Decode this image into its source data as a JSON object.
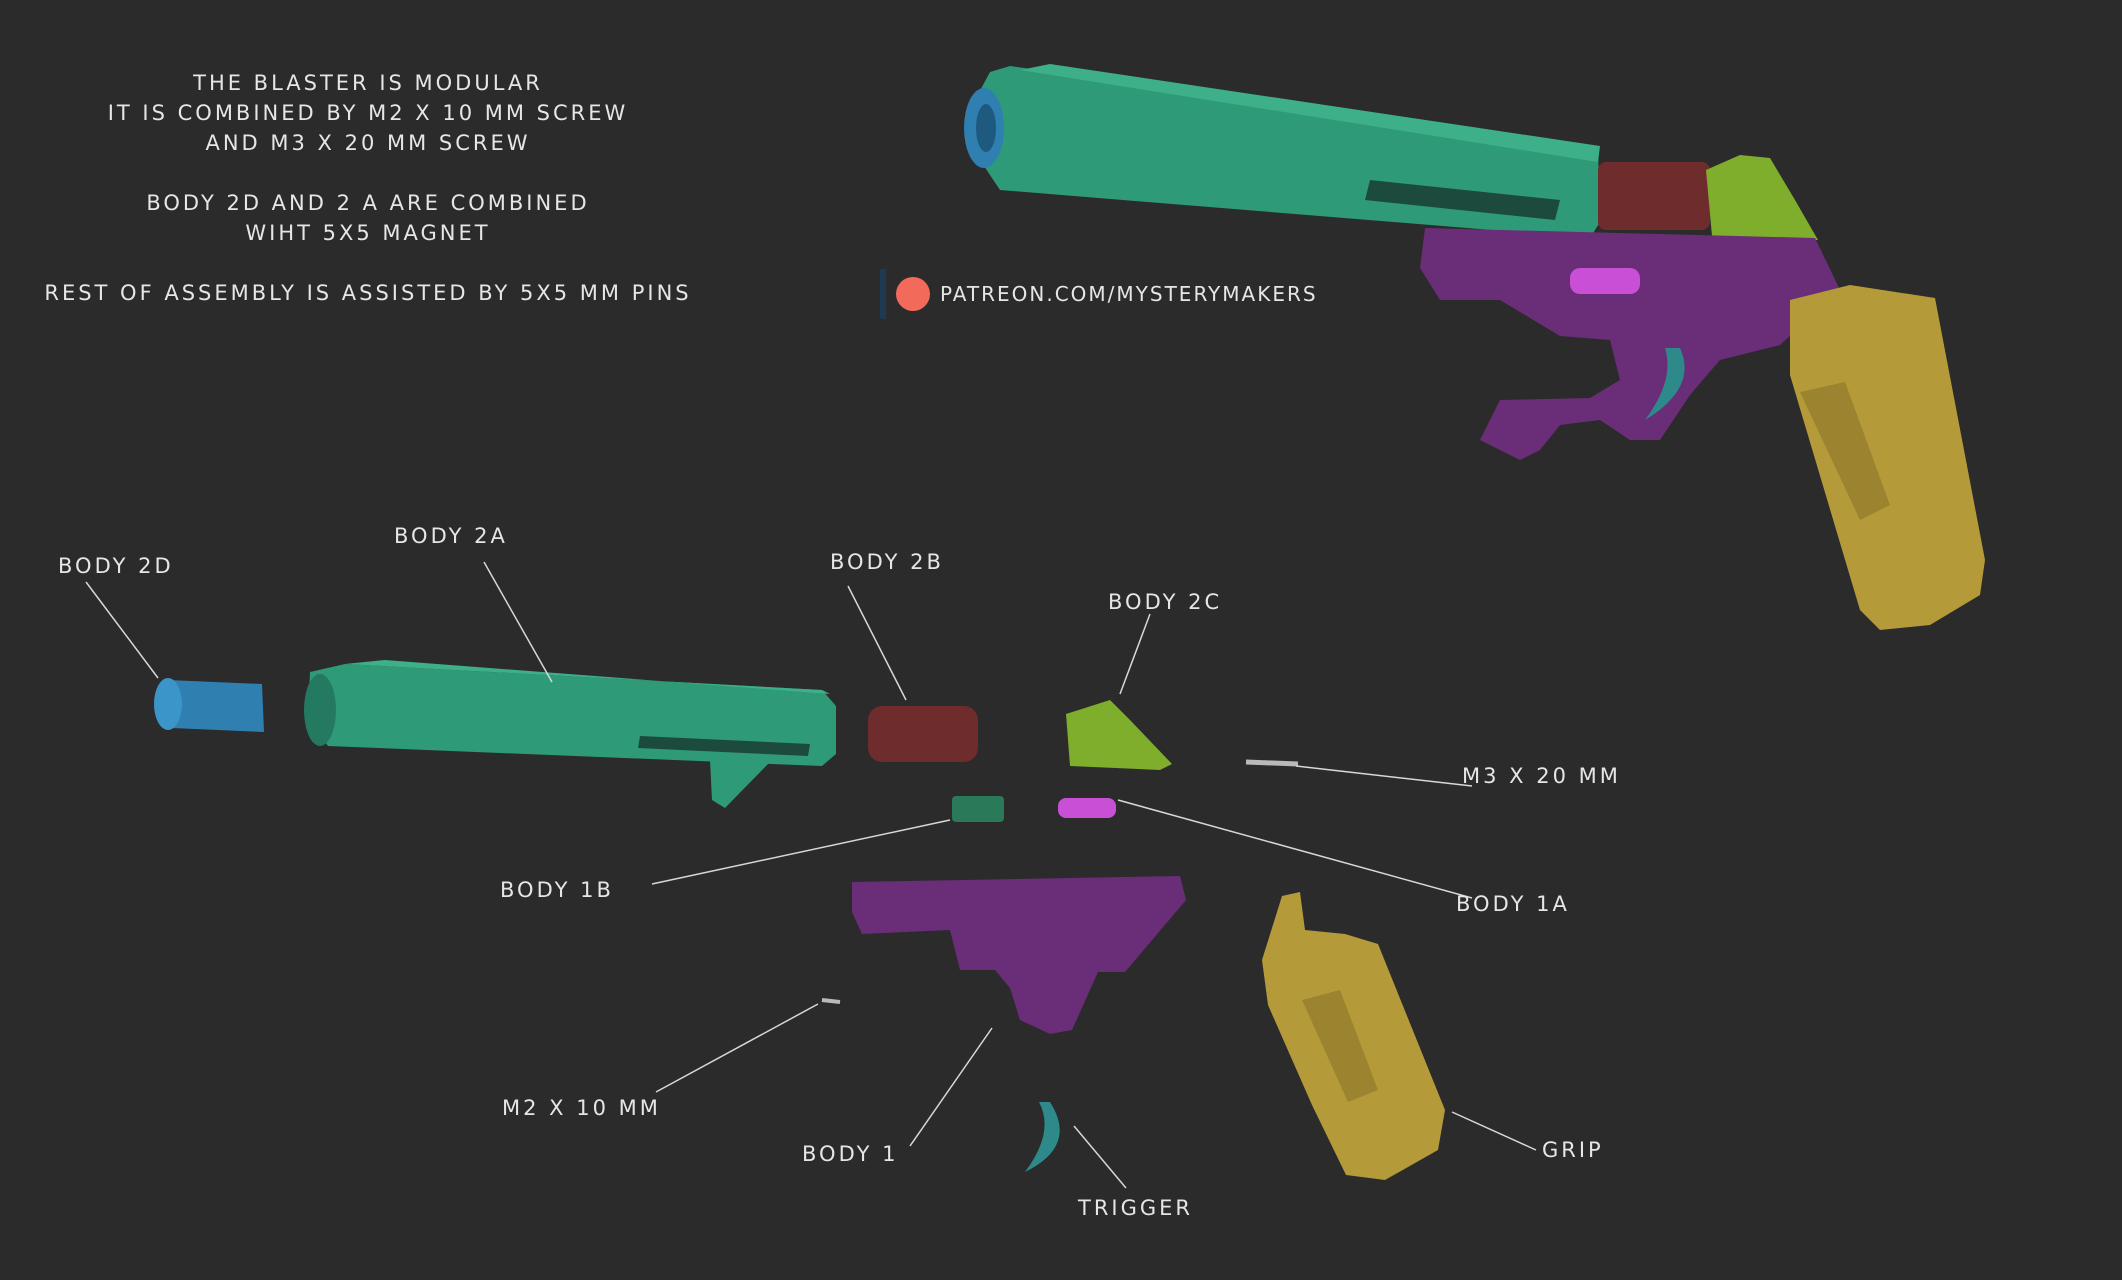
{
  "notes": {
    "line1": "THE BLASTER IS MODULAR",
    "line2": "IT IS COMBINED BY M2 X 10 MM SCREW",
    "line3": "AND M3 X 20 MM SCREW",
    "line4": "BODY 2D AND 2 A ARE COMBINED",
    "line5": "WIHT 5X5 MAGNET",
    "line6": "REST OF ASSEMBLY IS ASSISTED BY 5X5 MM PINS"
  },
  "patreon": {
    "icon": "patreon-logo-icon",
    "url": "PATREON.COM/MYSTERYMAKERS"
  },
  "labels": {
    "body_2d": "BODY 2D",
    "body_2a": "BODY 2A",
    "body_2b": "BODY 2B",
    "body_2c": "BODY 2C",
    "m3": "M3 X 20 MM",
    "body_1b": "BODY 1B",
    "body_1a": "BODY 1A",
    "m2": "M2 X 10 MM",
    "body_1": "BODY 1",
    "trigger": "TRIGGER",
    "grip": "GRIP"
  },
  "colors": {
    "background": "#2b2b2b",
    "barrel": "#2e9a78",
    "muzzle": "#2f7fb0",
    "cylinder": "#6e2c2c",
    "sight": "#7fae2c",
    "frame": "#6a2d78",
    "pin": "#c94fd6",
    "grip": "#b59a3a",
    "trigger": "#2e8a8a"
  }
}
